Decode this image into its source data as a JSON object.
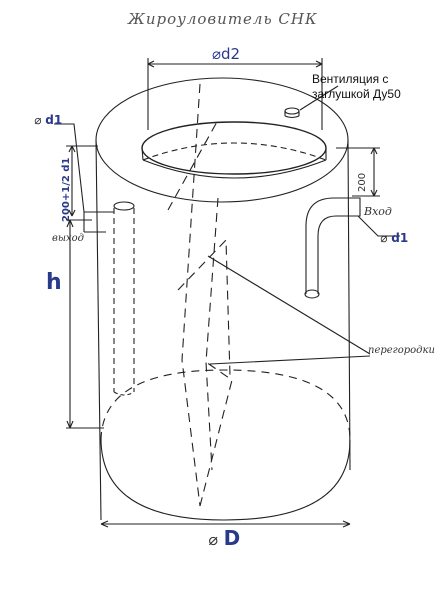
{
  "title": "Жироуловитель СНК",
  "labels": {
    "d2": "⌀d2",
    "ventilation_line1": "Вентиляция с",
    "ventilation_line2": "заглушкой Ду50",
    "phi": "⌀",
    "d1": "d1",
    "h": "h",
    "D": "D",
    "outlet": "выход",
    "inlet": "Вход",
    "partitions": "перегородки",
    "dim_200": "200",
    "dim_200_half_d1": "200+1/2 d1"
  },
  "colors": {
    "line": "#222222",
    "accent": "#2a3a8a"
  }
}
